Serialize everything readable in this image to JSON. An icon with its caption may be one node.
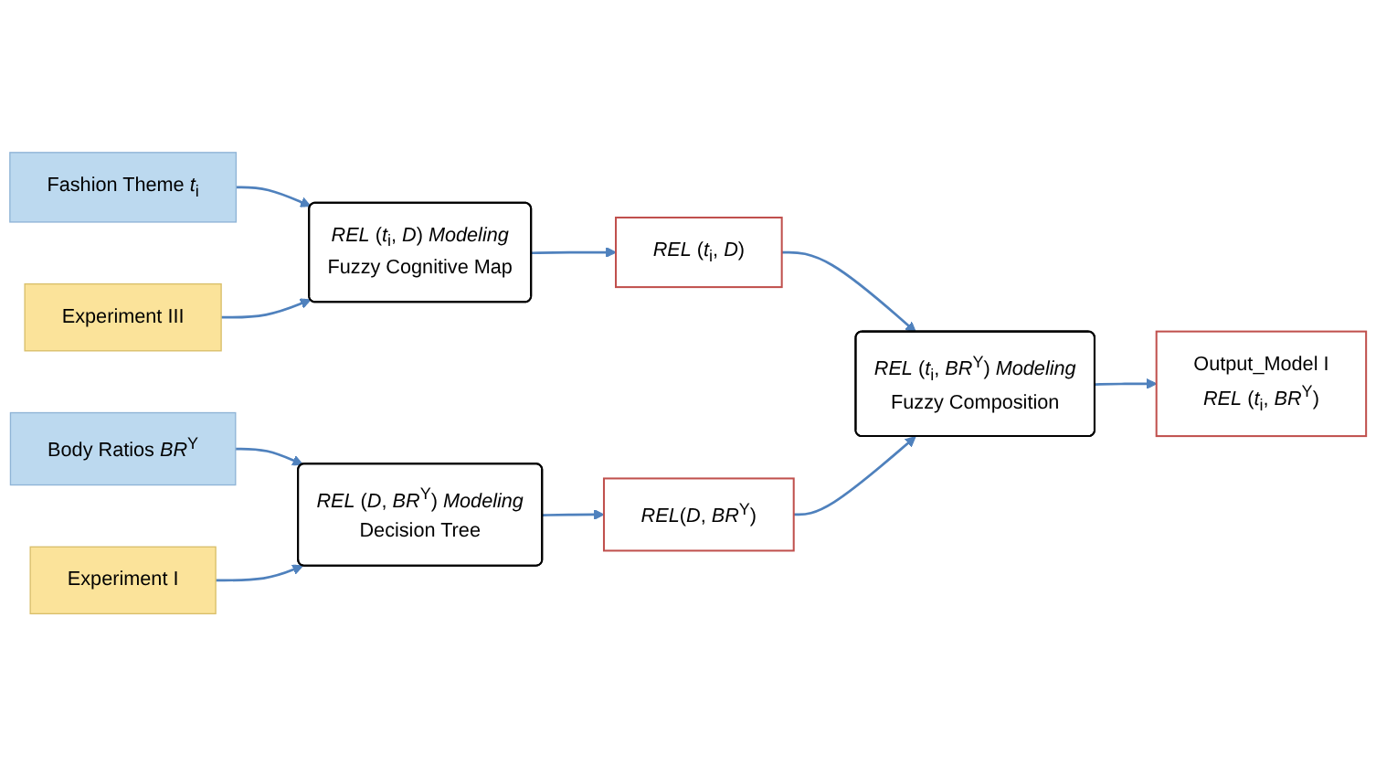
{
  "diagram": {
    "nodes": [
      {
        "text": [
          "Body Ratios *BR*$^{Y}$"
        ]
      },
      {
        "text": [
          "Experiment I"
        ]
      },
      {
        "text": [
          "*REL* (*D*, *BR*$^{Y}$) *Modeling*",
          "Decision Tree"
        ]
      },
      {
        "text": [
          "*REL*(*D*, *BR*$^{Y}$)"
        ]
      },
      {
        "text": [
          "Fashion Theme *t*$_{i}$"
        ]
      },
      {
        "text": [
          "Experiment III"
        ]
      },
      {
        "text": [
          "*REL* (*t*$_{i}$, *D*) *Modeling*",
          "Fuzzy Cognitive Map"
        ]
      },
      {
        "text": [
          "*REL* (*t*$_{i}$, *D*)"
        ]
      },
      {
        "text": [
          "*REL* (*t*$_{i}$, *BR*$^{Y}$) *Modeling*",
          "Fuzzy Composition"
        ]
      },
      {
        "text": [
          "Output_Model I",
          "*REL* (*t*$_{i}$, *BR*$^{Y}$)"
        ]
      }
    ],
    "edges": [
      {
        "from": 0,
        "to": 2,
        "arrow": "to"
      },
      {
        "from": 1,
        "to": 2,
        "arrow": "to"
      },
      {
        "from": 2,
        "to": 3,
        "arrow": "to"
      },
      {
        "from": 4,
        "to": 6,
        "arrow": "to"
      },
      {
        "from": 5,
        "to": 6,
        "arrow": "to"
      },
      {
        "from": 6,
        "to": 7,
        "arrow": "to"
      },
      {
        "from": 7,
        "to": 8,
        "arrow": "to"
      },
      {
        "from": 3,
        "to": 8,
        "arrow": "to"
      },
      {
        "from": 8,
        "to": 9,
        "arrow": "to"
      }
    ]
  }
}
